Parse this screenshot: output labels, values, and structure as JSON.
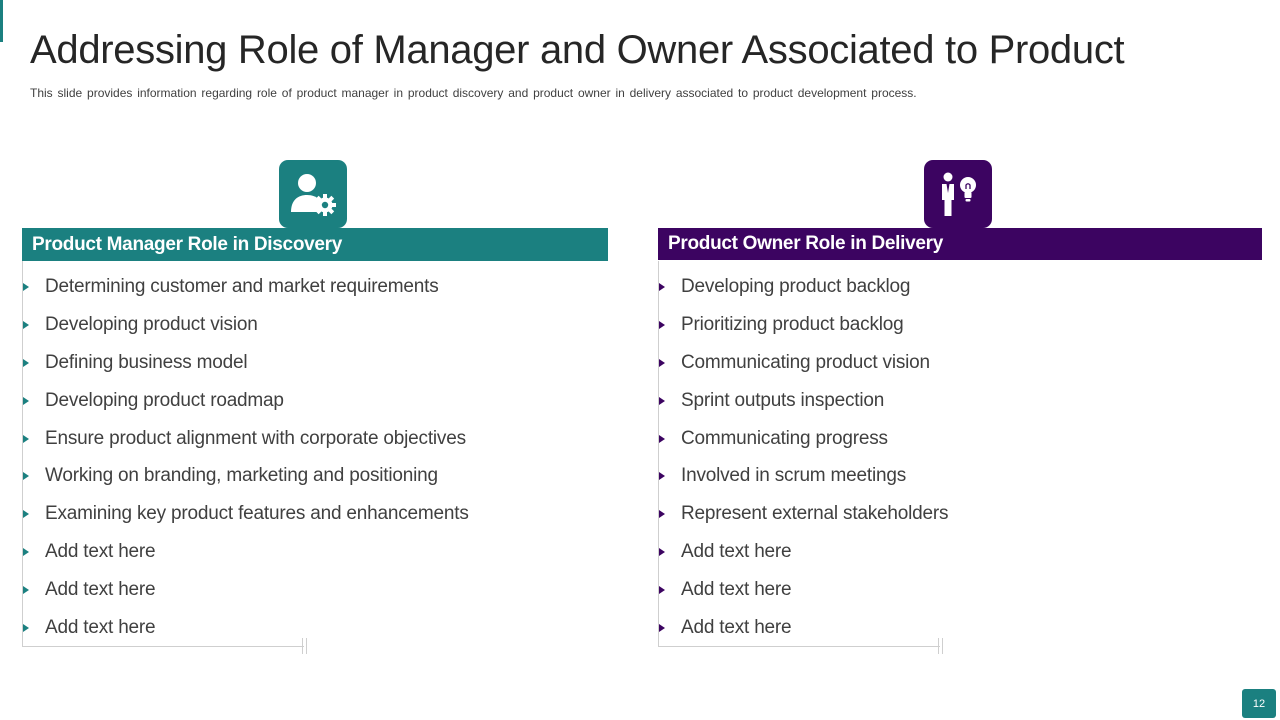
{
  "slide": {
    "title": "Addressing Role of Manager and Owner Associated to Product",
    "subtitle": "This slide provides information regarding role of product manager in product discovery and product owner in delivery associated to product development process.",
    "page_number": "12"
  },
  "left_panel": {
    "icon": "user-gear-icon",
    "accent_color": "#1b8080",
    "header": "Product Manager Role in Discovery",
    "items": [
      "Determining customer and market requirements",
      "Developing product vision",
      "Defining business model",
      "Developing product roadmap",
      "Ensure product alignment with corporate objectives",
      "Working on branding, marketing and positioning",
      "Examining key product features and enhancements",
      "Add text here",
      "Add text here",
      "Add text here"
    ]
  },
  "right_panel": {
    "icon": "person-lightbulb-icon",
    "accent_color": "#3c0461",
    "header": "Product Owner Role in Delivery",
    "items": [
      "Developing product backlog",
      "Prioritizing product backlog",
      "Communicating product vision",
      "Sprint outputs inspection",
      "Communicating progress",
      "Involved in scrum meetings",
      "Represent external stakeholders",
      "Add text here",
      "Add text here",
      "Add text here"
    ]
  }
}
